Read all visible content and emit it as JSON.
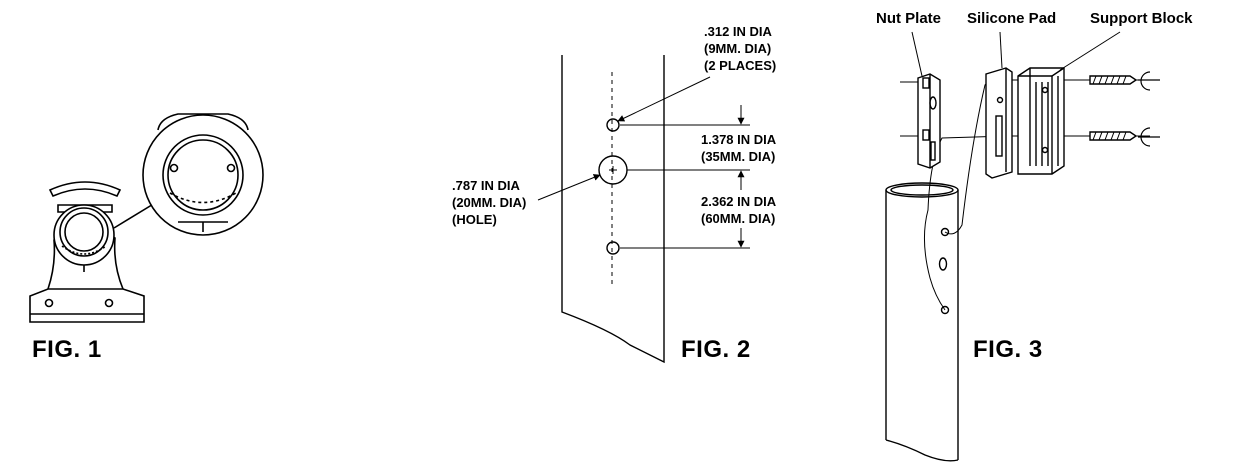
{
  "fig1": {
    "label": "FIG. 1"
  },
  "fig2": {
    "label": "FIG. 2",
    "small_hole": {
      "lines": [
        ".312 IN DIA",
        "(9MM. DIA)",
        "(2 PLACES)"
      ]
    },
    "center_hole": {
      "lines": [
        ".787 IN DIA",
        "(20MM. DIA)",
        "(HOLE)"
      ]
    },
    "spacing_top": {
      "lines": [
        "1.378 IN DIA",
        "(35MM. DIA)"
      ]
    },
    "spacing_bottom": {
      "lines": [
        "2.362 IN DIA",
        "(60MM. DIA)"
      ]
    }
  },
  "fig3": {
    "label": "FIG. 3",
    "parts": {
      "nut_plate": "Nut Plate",
      "silicone_pad": "Silicone Pad",
      "support_block": "Support Block"
    }
  }
}
